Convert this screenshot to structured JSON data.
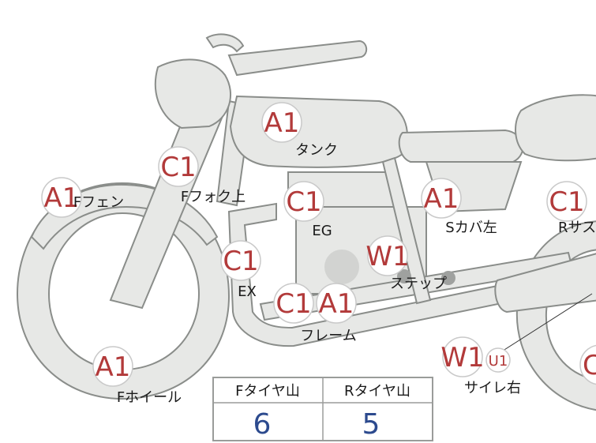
{
  "parts": {
    "tank": {
      "grade": "A1",
      "label": "タンク"
    },
    "ffork": {
      "grade": "C1",
      "label": "Fフォク上"
    },
    "ffender": {
      "grade": "A1",
      "label": "Fフェン"
    },
    "engine": {
      "grade": "C1",
      "label": "EG"
    },
    "scover": {
      "grade": "A1",
      "label": "Sカバ左"
    },
    "rsus": {
      "grade": "C1",
      "label": "Rサス"
    },
    "exhaust": {
      "grade": "C1",
      "label": "EX"
    },
    "step": {
      "grade": "W1",
      "label": "ステップ"
    },
    "frame": {
      "grade_a": "C1",
      "grade_b": "A1",
      "label": "フレーム"
    },
    "fwheel": {
      "grade": "A1",
      "label": "Fホイール"
    },
    "silencer": {
      "grade": "W1",
      "grade_extra": "U1",
      "label": "サイレ右"
    },
    "edge": {
      "grade": "C"
    }
  },
  "tire_table": {
    "headers": [
      "Fタイヤ山",
      "Rタイヤ山"
    ],
    "values": [
      "6",
      "5"
    ]
  },
  "colors": {
    "grade": "#b23a3a",
    "table_value": "#2c4a8e",
    "bike_fill": "#e7e8e6",
    "bike_stroke": "#8a8d8a"
  }
}
